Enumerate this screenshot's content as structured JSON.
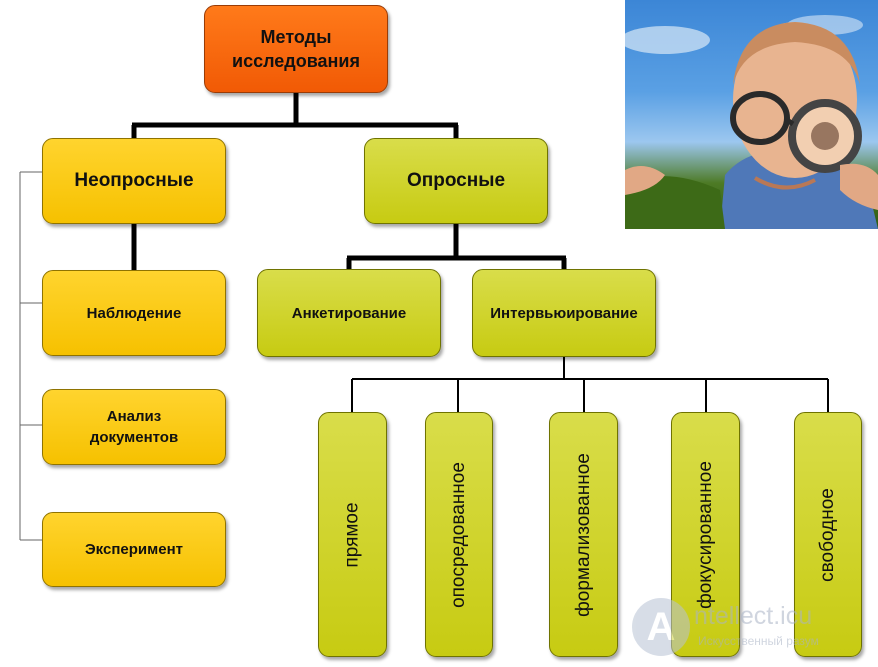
{
  "diagram": {
    "root": "Методы исследования",
    "branches": {
      "non_survey": {
        "title": "Неопросные",
        "items": [
          "Наблюдение",
          "Анализ документов",
          "Эксперимент"
        ]
      },
      "survey": {
        "title": "Опросные",
        "items": [
          "Анкетирование",
          "Интервьюирование"
        ],
        "interview_types": [
          "прямое",
          "опосредованное",
          "формализованное",
          "фокусированное",
          "свободное"
        ]
      }
    }
  },
  "photo": {
    "description_icon": "man-with-magnifying-glass-photo"
  },
  "watermark": {
    "title": "ntellect.icu",
    "subtitle": "Искусственный разум",
    "logo": "A"
  },
  "colors": {
    "root": "#f15a05",
    "gold": "#f6c100",
    "olive": "#c7cb12"
  }
}
